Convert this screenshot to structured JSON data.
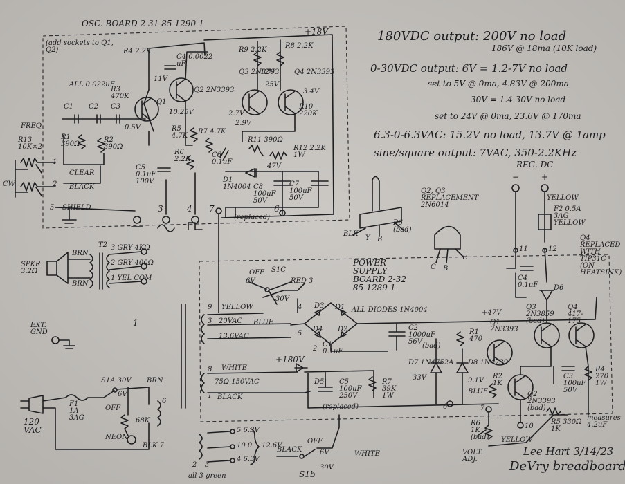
{
  "osc_board": {
    "title": "OSC. BOARD 2-31 85-1290-1",
    "note": "(add sockets to Q1, Q2)",
    "supply": "+18V",
    "components": {
      "r4": "R4 2.2K",
      "c4": "C4 0.0022 uF",
      "q1": "Q1",
      "q2": "Q2 2N3393",
      "all_caps": "ALL 0.022uF",
      "r3": "R3 470K",
      "c1": "C1",
      "c2": "C2",
      "c3": "C3",
      "v_q1": "0.5V",
      "v_q2": "10.25V",
      "v_11": "11V",
      "r9": "R9 2.2K",
      "r8": "R8 2.2K",
      "q3": "Q3 2N3393",
      "q4": "Q4 2N3393",
      "v12": "12V",
      "v25": "25V",
      "v34": "3.4V",
      "v27": "2.7V",
      "v29": "2.9V",
      "r10": "R10 220K",
      "r5": "R5 4.7K",
      "r7": "R7 4.7K",
      "r6": "R6 2.2K",
      "r11": "R11 390Ω",
      "r12": "R12 2.2K 1W",
      "c6": "C6 0.1uF",
      "d1": "D1 1N4004",
      "v47": "47V",
      "c8": "C8 100uF 50V",
      "replaced": "(replaced)",
      "c7": "C7 100uF 50V",
      "r1": "R1 390Ω",
      "r2": "R2 390Ω",
      "c5": "C5 0.1uF 100V",
      "freq": "FREQ",
      "r13": "R13 10K×2",
      "cw": "CW"
    },
    "terminals": {
      "t1": "1",
      "t2": "2",
      "t3": "3",
      "t4": "4",
      "t5": "5",
      "t6": "6",
      "t7": "7",
      "clear": "CLEAR",
      "black": "BLACK",
      "shield": "SHIELD"
    }
  },
  "measurements": {
    "line1": "180VDC output: 200V no load",
    "line2": "186V @ 18ma (10K load)",
    "line3": "0-30VDC output: 6V = 1.2-7V no load",
    "line4": "set to 5V @ 0ma, 4.83V @ 200ma",
    "line5": "30V = 1.4-30V no load",
    "line6": "set to 24V @ 0ma, 23.6V @ 170ma",
    "line7": "6.3-0-6.3VAC: 15.2V no load, 13.7V @ 1amp",
    "line8": "sine/square output: 7VAC, 350-2.2KHz"
  },
  "reg_dc": {
    "title": "REG. DC",
    "minus": "−",
    "plus": "+",
    "yellow": "YELLOW",
    "f2": "F2 0.5A 3AG YELLOW",
    "t11": "11",
    "t12": "12",
    "c4": "C4 0.1uF",
    "d6": "D6",
    "note_q": "Q2, Q3 REPLACEMENT 2N6014",
    "note_q4": "Q4 REPLACED WITH TIP31C (ON HEATSINK)"
  },
  "pot": {
    "blk": "BLK",
    "y": "Y",
    "b": "B",
    "r6": "R6 (bad)"
  },
  "transistor": {
    "c": "C",
    "b": "B",
    "e": "E"
  },
  "speaker": {
    "spkr": "SPKR 3.2Ω",
    "brn1": "BRN",
    "brn2": "BRN",
    "t2": "T2",
    "taps": [
      "3 GRY 4KΩ",
      "2 GRY 400Ω",
      "1 YEL COM"
    ]
  },
  "power_supply": {
    "title": "POWER SUPPLY BOARD 2-32 85-1289-1",
    "s1c": "S1C",
    "off": "OFF",
    "v6": "6V",
    "v30": "30V",
    "red3": "RED 3",
    "t1": "1",
    "yellow": "YELLOW",
    "v20": "20VAC",
    "blue": "BLUE",
    "v13": "13.6VAC",
    "d1": "D1",
    "d2": "D2",
    "d3": "D3",
    "d4": "D4",
    "all_diodes": "ALL DIODES 1N4004",
    "c1": "C1 0.1uF",
    "c2": "C2 1000uF 56V",
    "bad": "(bad)",
    "v47": "+47V",
    "white": "WHITE",
    "v150": "75Ω 150VAC",
    "black": "BLACK",
    "v180": "+180V",
    "d5": "D5",
    "c5": "C5 100uF 250V",
    "replaced": "(replaced)",
    "r7": "R7 39K 1W",
    "d7": "D7 1N4752A",
    "v33": "33V",
    "d8": "D8 1N4739",
    "v91": "9.1V",
    "r1": "R1 470",
    "q1": "Q1 2N3393",
    "q3": "Q3 2N3859 (bad)",
    "q4": "Q4 417-175",
    "r2": "R2 1K",
    "blue2": "BLUE",
    "q2": "Q2 2N3393 (bad)",
    "c3": "C3 100uF 50V",
    "r4": "R4 270 1W",
    "r5": "R5 330Ω 1K",
    "r6": "R6 1K (bad)",
    "volt_adj": "VOLT. ADJ.",
    "yellow2": "YELLOW",
    "measures": "measures 4.2uF",
    "t6": "6",
    "t7": "7",
    "t8": "8",
    "t9": "9",
    "t10": "10",
    "t5": "5",
    "t4": "4",
    "t3": "3",
    "t2": "2"
  },
  "mains": {
    "input": "120 VAC",
    "f1": "F1 1A 3AG",
    "s1a": "S1A 30V",
    "s6v": "6V",
    "off": "OFF",
    "brn": "BRN",
    "r68k": "68K",
    "neon": "NEON",
    "blk7": "BLK 7",
    "t6": "6",
    "ext_gnd": "EXT. GND"
  },
  "green": {
    "taps": [
      "5 6.3V",
      "10 0",
      "4 6.3V"
    ],
    "v126": "12.6V",
    "all": "all 3 green",
    "n2": "2",
    "n3": "3"
  },
  "s1b": {
    "label": "S1b",
    "black": "BLACK",
    "off": "OFF",
    "v6": "6V",
    "v30": "30V",
    "white": "WHITE"
  },
  "signature": {
    "name": "Lee Hart 3/14/23",
    "title": "DeVry breadboard"
  }
}
